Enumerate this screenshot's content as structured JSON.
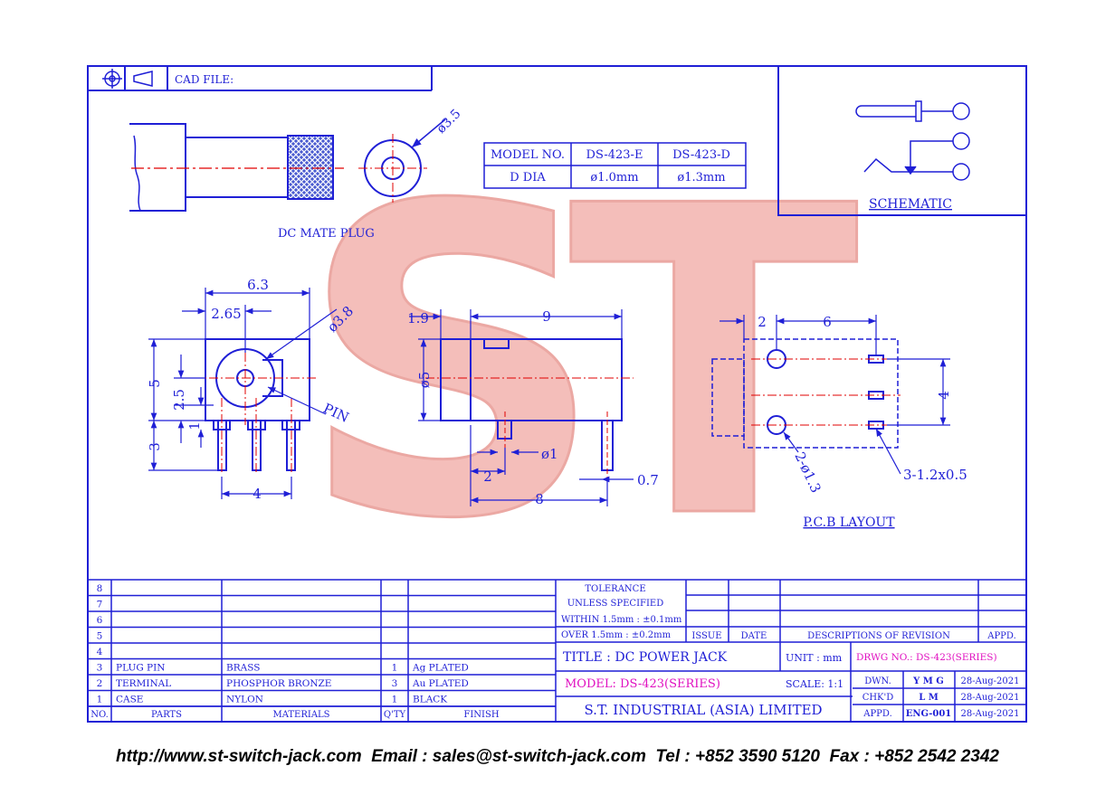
{
  "header": {
    "cad_label": "CAD FILE:"
  },
  "mate_plug": {
    "label": "DC MATE PLUG",
    "dia": "ø3.5"
  },
  "model_table": {
    "rows": [
      [
        "MODEL NO.",
        "DS-423-E",
        "DS-423-D"
      ],
      [
        "D DIA",
        "ø1.0mm",
        "ø1.3mm"
      ]
    ]
  },
  "schematic": {
    "label": "SCHEMATIC"
  },
  "front_view": {
    "dims": [
      "6.3",
      "2.65",
      "ø3.8",
      "5",
      "2.5",
      "1",
      "3",
      "4"
    ],
    "pin_label": "PIN"
  },
  "side_view": {
    "dims": [
      "1.9",
      "9",
      "ø5",
      "ø1",
      "2",
      "8",
      "0.7"
    ]
  },
  "pcb": {
    "label": "P.C.B LAYOUT",
    "dims": [
      "2",
      "6",
      "4",
      "2-ø1.3",
      "3-1.2x0.5"
    ]
  },
  "watermark": {
    "text": "ST"
  },
  "bom": {
    "rows": [
      {
        "no": "8",
        "part": "",
        "material": "",
        "qty": "",
        "finish": ""
      },
      {
        "no": "7",
        "part": "",
        "material": "",
        "qty": "",
        "finish": ""
      },
      {
        "no": "6",
        "part": "",
        "material": "",
        "qty": "",
        "finish": ""
      },
      {
        "no": "5",
        "part": "",
        "material": "",
        "qty": "",
        "finish": ""
      },
      {
        "no": "4",
        "part": "",
        "material": "",
        "qty": "",
        "finish": ""
      },
      {
        "no": "3",
        "part": "PLUG PIN",
        "material": "BRASS",
        "qty": "1",
        "finish": "Ag PLATED"
      },
      {
        "no": "2",
        "part": "TERMINAL",
        "material": "PHOSPHOR BRONZE",
        "qty": "3",
        "finish": "Au PLATED"
      },
      {
        "no": "1",
        "part": "CASE",
        "material": "NYLON",
        "qty": "1",
        "finish": "BLACK"
      }
    ],
    "headers": {
      "no": "NO.",
      "part": "PARTS",
      "material": "MATERIALS",
      "qty": "Q'TY",
      "finish": "FINISH"
    }
  },
  "tolerance": {
    "title": "TOLERANCE",
    "subtitle": "UNLESS   SPECIFIED",
    "within": "WITHIN  1.5mm : ±0.1mm",
    "over": "OVER    1.5mm : ±0.2mm"
  },
  "revision_headers": {
    "issue": "ISSUE",
    "date": "DATE",
    "desc": "DESCRIPTIONS  OF  REVISION",
    "appd": "APPD."
  },
  "title_block": {
    "title": "TITLE : DC POWER JACK",
    "unit": "UNIT :   mm",
    "drwg": "DRWG NO.: DS-423(SERIES)",
    "model": "MODEL: DS-423(SERIES)",
    "scale": "SCALE:   1:1",
    "company": "S.T.  INDUSTRIAL  (ASIA)  LIMITED",
    "dwn_label": "DWN.",
    "dwn": "Y M G",
    "dwn_date": "28-Aug-2021",
    "chkd_label": "CHK'D",
    "chkd": "L M",
    "chkd_date": "28-Aug-2021",
    "appd_label": "APPD.",
    "appd": "ENG-001",
    "appd_date": "28-Aug-2021"
  },
  "colors": {
    "frame": "#1f1fd6",
    "center": "#e00000",
    "magenta": "#e010c0",
    "watermark": "#f0a8a4"
  },
  "footer": {
    "text": "http://www.st-switch-jack.com  Email : sales@st-switch-jack.com  Tel : +852 3590 5120  Fax : +852 2542 2342"
  }
}
